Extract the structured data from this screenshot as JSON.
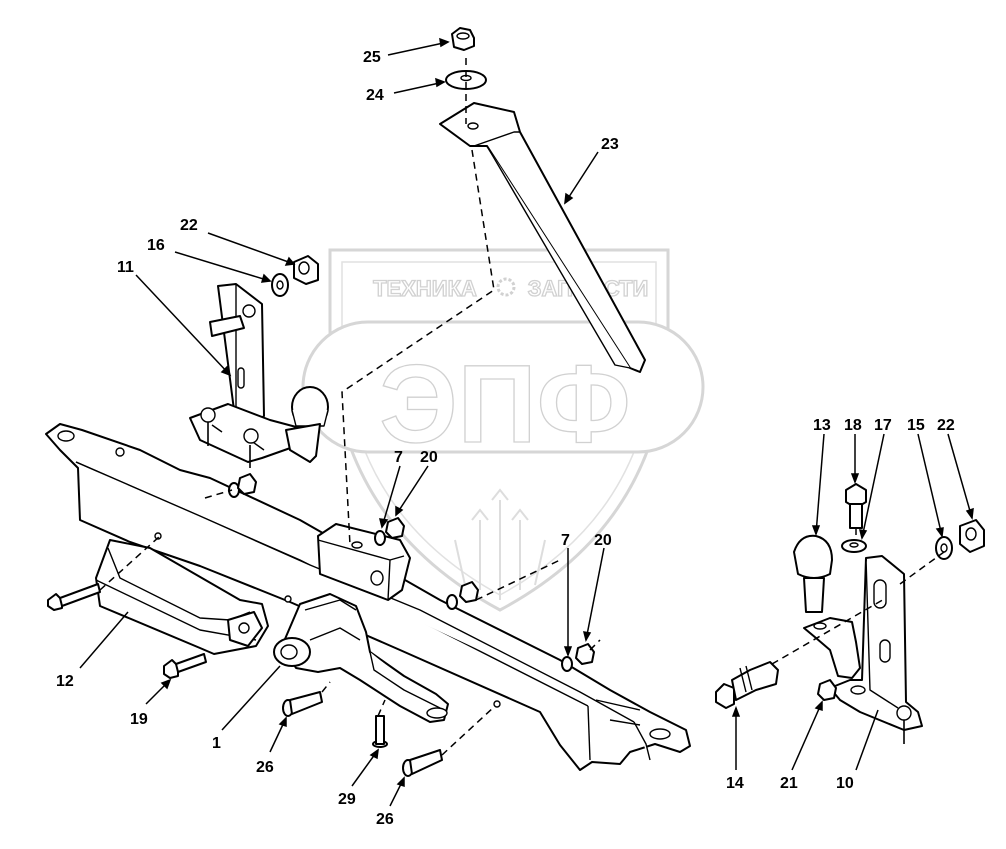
{
  "watermark": {
    "line1_left": "ТЕХНИКА",
    "line1_right": "ЗАПЧАСТИ",
    "logo_text": "ЭПФ"
  },
  "callouts": [
    {
      "id": "c25",
      "text": "25"
    },
    {
      "id": "c24",
      "text": "24"
    },
    {
      "id": "c23",
      "text": "23"
    },
    {
      "id": "c22a",
      "text": "22"
    },
    {
      "id": "c16",
      "text": "16"
    },
    {
      "id": "c11",
      "text": "11"
    },
    {
      "id": "c7a",
      "text": "7"
    },
    {
      "id": "c20a",
      "text": "20"
    },
    {
      "id": "c7b",
      "text": "7"
    },
    {
      "id": "c20b",
      "text": "20"
    },
    {
      "id": "c12",
      "text": "12"
    },
    {
      "id": "c19",
      "text": "19"
    },
    {
      "id": "c1",
      "text": "1"
    },
    {
      "id": "c26a",
      "text": "26"
    },
    {
      "id": "c29",
      "text": "29"
    },
    {
      "id": "c26b",
      "text": "26"
    },
    {
      "id": "c13",
      "text": "13"
    },
    {
      "id": "c18",
      "text": "18"
    },
    {
      "id": "c17",
      "text": "17"
    },
    {
      "id": "c15",
      "text": "15"
    },
    {
      "id": "c22b",
      "text": "22"
    },
    {
      "id": "c14",
      "text": "14"
    },
    {
      "id": "c21",
      "text": "21"
    },
    {
      "id": "c10",
      "text": "10"
    }
  ]
}
